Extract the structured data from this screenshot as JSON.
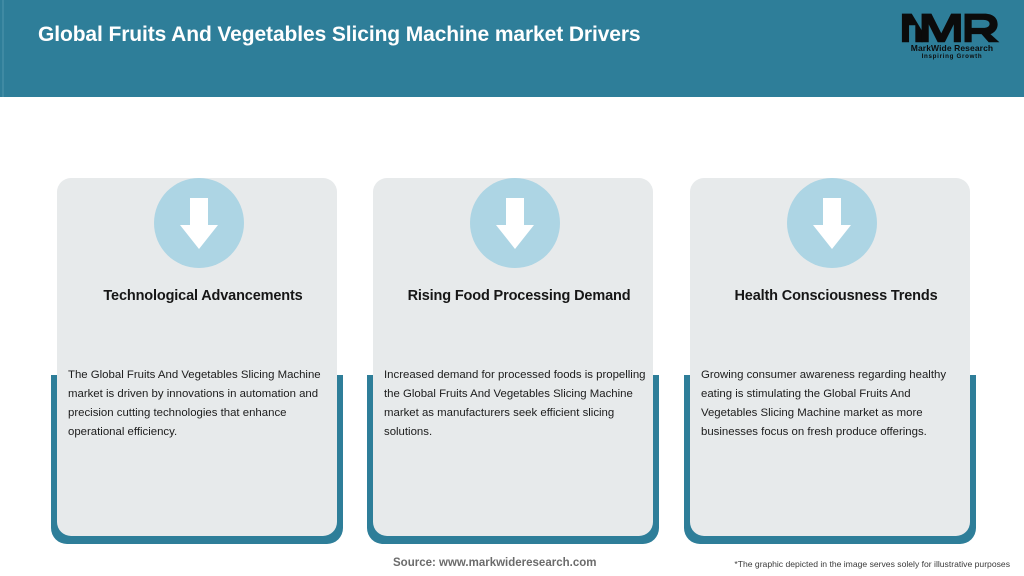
{
  "header": {
    "title": "Global Fruits And Vegetables Slicing Machine market Drivers",
    "bg_color": "#2E7E99",
    "title_color": "#FFFFFF",
    "logo": {
      "mark": "MWR",
      "name": "MarkWide Research",
      "tagline": "Inspiring Growth"
    }
  },
  "theme": {
    "teal": "#2E7E99",
    "panel_gray": "#E7EAEB",
    "icon_circle_blue": "#ADD5E4",
    "arrow_white": "#FFFFFF"
  },
  "cards": [
    {
      "icon": "arrow-down-icon",
      "title": "Technological Advancements",
      "body": "The Global Fruits And Vegetables Slicing Machine market is driven by innovations in automation and precision cutting technologies that enhance operational efficiency."
    },
    {
      "icon": "arrow-down-icon",
      "title": "Rising Food Processing Demand",
      "body": "Increased demand for processed foods is propelling the Global Fruits And Vegetables Slicing Machine market as manufacturers seek efficient slicing solutions."
    },
    {
      "icon": "arrow-down-icon",
      "title": "Health Consciousness Trends",
      "body": "Growing consumer awareness regarding healthy eating is stimulating the Global Fruits And Vegetables Slicing Machine market as more businesses focus on fresh produce offerings."
    }
  ],
  "footer": {
    "source": "Source: www.markwideresearch.com",
    "disclaimer": "*The graphic depicted in the image serves solely for illustrative purposes"
  }
}
